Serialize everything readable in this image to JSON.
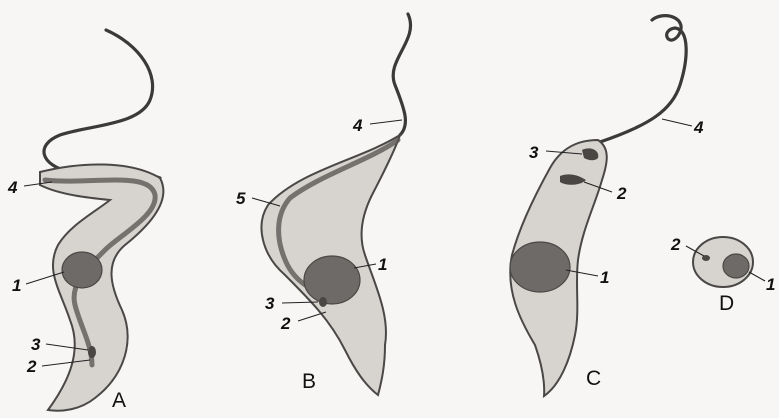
{
  "diagram": {
    "panels": [
      {
        "id": "A",
        "caption": "A",
        "labels": {
          "l1": "1",
          "l2": "2",
          "l3": "3",
          "l4": "4"
        }
      },
      {
        "id": "B",
        "caption": "B",
        "labels": {
          "l1": "1",
          "l2": "2",
          "l3": "3",
          "l4": "4",
          "l5": "5"
        }
      },
      {
        "id": "C",
        "caption": "C",
        "labels": {
          "l1": "1",
          "l2": "2",
          "l3": "3",
          "l4": "4"
        }
      },
      {
        "id": "D",
        "caption": "D",
        "labels": {
          "l1": "1",
          "l2": "2"
        }
      }
    ]
  },
  "colors": {
    "cell_fill": "#d7d4d0",
    "outline": "#4a4846",
    "nucleus": "#6d6a67",
    "label": "#111111"
  }
}
